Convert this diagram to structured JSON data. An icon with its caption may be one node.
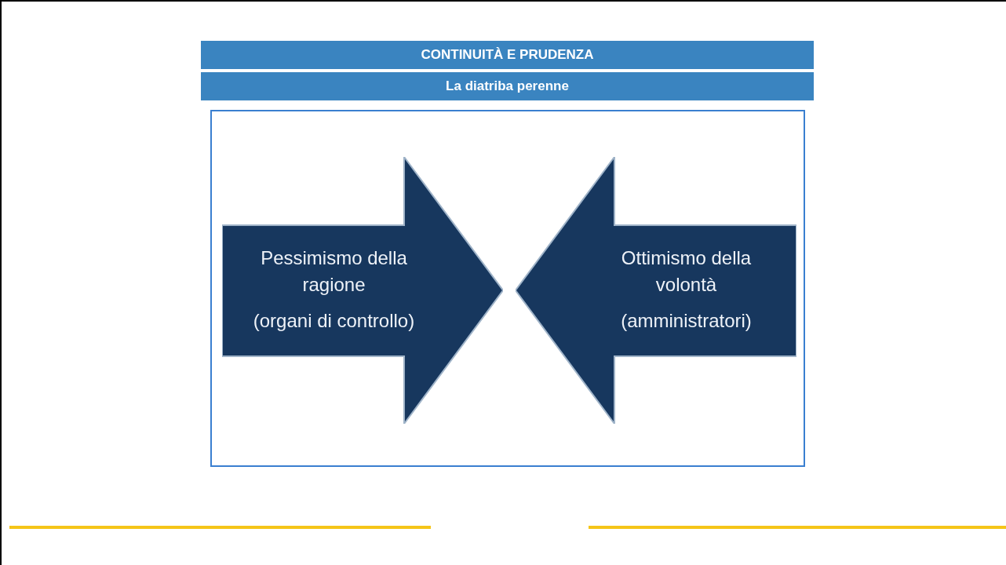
{
  "diagram": {
    "title": "CONTINUITÀ E PRUDENZA",
    "nodes": [
      {
        "text": [],
        "shape": "box"
      },
      {
        "text": [
          "Pessimismo della ragione",
          "(organi di controllo)"
        ],
        "in": 0
      },
      {
        "text": [
          "Ottimismo della volontà",
          "(amministratori)"
        ],
        "in": 0
      }
    ],
    "edges": [],
    "labels": [
      "La diatriba perenne"
    ]
  }
}
